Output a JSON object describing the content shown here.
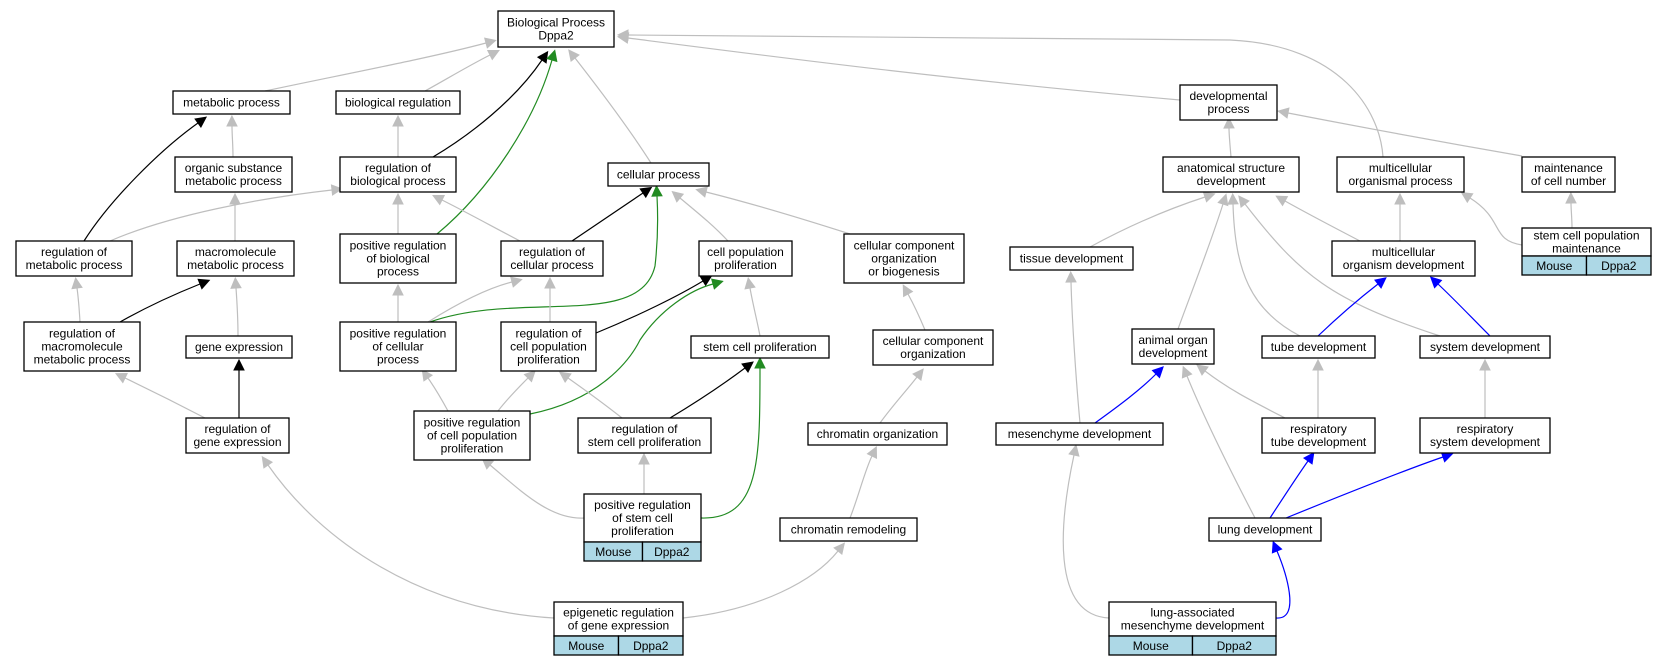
{
  "colors": {
    "is_a": "#bebebe",
    "regulates": "#000000",
    "positively_regulates": "#228b22",
    "part_of": "#0000ff",
    "annotation_fill": "#add8e6"
  },
  "nodes": [
    {
      "id": "root",
      "lines": [
        "Biological Process",
        "Dppa2"
      ]
    },
    {
      "id": "metabolic",
      "lines": [
        "metabolic process"
      ]
    },
    {
      "id": "bioreg",
      "lines": [
        "biological regulation"
      ]
    },
    {
      "id": "devproc",
      "lines": [
        "developmental",
        "process"
      ]
    },
    {
      "id": "orgsub",
      "lines": [
        "organic substance",
        "metabolic process"
      ]
    },
    {
      "id": "regbio",
      "lines": [
        "regulation of",
        "biological process"
      ]
    },
    {
      "id": "cellproc",
      "lines": [
        "cellular process"
      ]
    },
    {
      "id": "anatdev",
      "lines": [
        "anatomical structure",
        "development"
      ]
    },
    {
      "id": "multiproc",
      "lines": [
        "multicellular",
        "organismal process"
      ]
    },
    {
      "id": "maintcell",
      "lines": [
        "maintenance",
        "of cell number"
      ]
    },
    {
      "id": "regmet",
      "lines": [
        "regulation of",
        "metabolic process"
      ]
    },
    {
      "id": "macromet",
      "lines": [
        "macromolecule",
        "metabolic process"
      ]
    },
    {
      "id": "posregbio",
      "lines": [
        "positive regulation",
        "of biological",
        "process"
      ]
    },
    {
      "id": "regcell",
      "lines": [
        "regulation of",
        "cellular process"
      ]
    },
    {
      "id": "cellpop",
      "lines": [
        "cell population",
        "proliferation"
      ]
    },
    {
      "id": "cellcomp",
      "lines": [
        "cellular component",
        "organization",
        "or biogenesis"
      ]
    },
    {
      "id": "tissuedev",
      "lines": [
        "tissue development"
      ]
    },
    {
      "id": "multidev",
      "lines": [
        "multicellular",
        "organism development"
      ]
    },
    {
      "id": "stemmaint",
      "lines": [
        "stem cell population",
        "maintenance"
      ],
      "annotation": [
        "Mouse",
        "Dppa2"
      ]
    },
    {
      "id": "regmacro",
      "lines": [
        "regulation of",
        "macromolecule",
        "metabolic process"
      ]
    },
    {
      "id": "geneexp",
      "lines": [
        "gene expression"
      ]
    },
    {
      "id": "posregcell",
      "lines": [
        "positive regulation",
        "of cellular",
        "process"
      ]
    },
    {
      "id": "regcellpop",
      "lines": [
        "regulation of",
        "cell population",
        "proliferation"
      ]
    },
    {
      "id": "stemprolif",
      "lines": [
        "stem cell proliferation"
      ]
    },
    {
      "id": "cellcomporg",
      "lines": [
        "cellular component",
        "organization"
      ]
    },
    {
      "id": "animalorgan",
      "lines": [
        "animal organ",
        "development"
      ]
    },
    {
      "id": "tubedev",
      "lines": [
        "tube development"
      ]
    },
    {
      "id": "sysdev",
      "lines": [
        "system development"
      ]
    },
    {
      "id": "reggene",
      "lines": [
        "regulation of",
        "gene expression"
      ]
    },
    {
      "id": "posregcellpop",
      "lines": [
        "positive regulation",
        "of cell population",
        "proliferation"
      ]
    },
    {
      "id": "regstem",
      "lines": [
        "regulation of",
        "stem cell proliferation"
      ]
    },
    {
      "id": "chromorg",
      "lines": [
        "chromatin organization"
      ]
    },
    {
      "id": "mesdev",
      "lines": [
        "mesenchyme development"
      ]
    },
    {
      "id": "resptube",
      "lines": [
        "respiratory",
        "tube development"
      ]
    },
    {
      "id": "respsys",
      "lines": [
        "respiratory",
        "system development"
      ]
    },
    {
      "id": "posregstem",
      "lines": [
        "positive regulation",
        "of stem cell",
        "proliferation"
      ],
      "annotation": [
        "Mouse",
        "Dppa2"
      ]
    },
    {
      "id": "chromrem",
      "lines": [
        "chromatin remodeling"
      ]
    },
    {
      "id": "lungdev",
      "lines": [
        "lung development"
      ]
    },
    {
      "id": "epigen",
      "lines": [
        "epigenetic regulation",
        "of gene expression"
      ],
      "annotation": [
        "Mouse",
        "Dppa2"
      ]
    },
    {
      "id": "lungmes",
      "lines": [
        "lung-associated",
        "mesenchyme development"
      ],
      "annotation": [
        "Mouse",
        "Dppa2"
      ]
    }
  ],
  "edges": [
    {
      "from": "metabolic",
      "to": "root",
      "type": "is_a"
    },
    {
      "from": "bioreg",
      "to": "root",
      "type": "is_a"
    },
    {
      "from": "regbio",
      "to": "root",
      "type": "regulates"
    },
    {
      "from": "posregbio",
      "to": "root",
      "type": "positively_regulates"
    },
    {
      "from": "cellproc",
      "to": "root",
      "type": "is_a"
    },
    {
      "from": "devproc",
      "to": "root",
      "type": "is_a"
    },
    {
      "from": "multiproc",
      "to": "root",
      "type": "is_a"
    },
    {
      "from": "orgsub",
      "to": "metabolic",
      "type": "is_a"
    },
    {
      "from": "regmet",
      "to": "metabolic",
      "type": "regulates"
    },
    {
      "from": "regbio",
      "to": "bioreg",
      "type": "is_a"
    },
    {
      "from": "macromet",
      "to": "orgsub",
      "type": "is_a"
    },
    {
      "from": "regmet",
      "to": "regbio",
      "type": "is_a"
    },
    {
      "from": "posregbio",
      "to": "regbio",
      "type": "is_a"
    },
    {
      "from": "regcell",
      "to": "regbio",
      "type": "is_a"
    },
    {
      "from": "regmacro",
      "to": "regmet",
      "type": "is_a"
    },
    {
      "from": "regmacro",
      "to": "macromet",
      "type": "regulates"
    },
    {
      "from": "geneexp",
      "to": "macromet",
      "type": "is_a"
    },
    {
      "from": "reggene",
      "to": "regmacro",
      "type": "is_a"
    },
    {
      "from": "reggene",
      "to": "geneexp",
      "type": "regulates"
    },
    {
      "from": "posregcell",
      "to": "posregbio",
      "type": "is_a"
    },
    {
      "from": "regcell",
      "to": "cellproc",
      "type": "regulates"
    },
    {
      "from": "posregcell",
      "to": "cellproc",
      "type": "positively_regulates"
    },
    {
      "from": "cellpop",
      "to": "cellproc",
      "type": "is_a"
    },
    {
      "from": "cellcomp",
      "to": "cellproc",
      "type": "is_a"
    },
    {
      "from": "posregcell",
      "to": "regcell",
      "type": "is_a"
    },
    {
      "from": "regcellpop",
      "to": "regcell",
      "type": "is_a"
    },
    {
      "from": "regcellpop",
      "to": "cellpop",
      "type": "regulates"
    },
    {
      "from": "posregcellpop",
      "to": "cellpop",
      "type": "positively_regulates"
    },
    {
      "from": "stemprolif",
      "to": "cellpop",
      "type": "is_a"
    },
    {
      "from": "posregcellpop",
      "to": "posregcell",
      "type": "is_a"
    },
    {
      "from": "posregcellpop",
      "to": "regcellpop",
      "type": "is_a"
    },
    {
      "from": "regstem",
      "to": "regcellpop",
      "type": "is_a"
    },
    {
      "from": "regstem",
      "to": "stemprolif",
      "type": "regulates"
    },
    {
      "from": "posregstem",
      "to": "stemprolif",
      "type": "positively_regulates"
    },
    {
      "from": "posregstem",
      "to": "posregcellpop",
      "type": "is_a"
    },
    {
      "from": "posregstem",
      "to": "regstem",
      "type": "is_a"
    },
    {
      "from": "cellcomporg",
      "to": "cellcomp",
      "type": "is_a"
    },
    {
      "from": "chromorg",
      "to": "cellcomporg",
      "type": "is_a"
    },
    {
      "from": "chromrem",
      "to": "chromorg",
      "type": "is_a"
    },
    {
      "from": "epigen",
      "to": "reggene",
      "type": "is_a"
    },
    {
      "from": "epigen",
      "to": "chromrem",
      "type": "is_a"
    },
    {
      "from": "anatdev",
      "to": "devproc",
      "type": "is_a"
    },
    {
      "from": "maintcell",
      "to": "devproc",
      "type": "is_a"
    },
    {
      "from": "stemmaint",
      "to": "maintcell",
      "type": "is_a"
    },
    {
      "from": "stemmaint",
      "to": "multiproc",
      "type": "is_a"
    },
    {
      "from": "multidev",
      "to": "anatdev",
      "type": "is_a"
    },
    {
      "from": "multidev",
      "to": "multiproc",
      "type": "is_a"
    },
    {
      "from": "tissuedev",
      "to": "anatdev",
      "type": "is_a"
    },
    {
      "from": "animalorgan",
      "to": "anatdev",
      "type": "is_a"
    },
    {
      "from": "tubedev",
      "to": "anatdev",
      "type": "is_a"
    },
    {
      "from": "sysdev",
      "to": "anatdev",
      "type": "is_a"
    },
    {
      "from": "tubedev",
      "to": "multidev",
      "type": "part_of"
    },
    {
      "from": "sysdev",
      "to": "multidev",
      "type": "part_of"
    },
    {
      "from": "mesdev",
      "to": "tissuedev",
      "type": "is_a"
    },
    {
      "from": "mesdev",
      "to": "animalorgan",
      "type": "part_of"
    },
    {
      "from": "resptube",
      "to": "animalorgan",
      "type": "is_a"
    },
    {
      "from": "resptube",
      "to": "tubedev",
      "type": "is_a"
    },
    {
      "from": "respsys",
      "to": "sysdev",
      "type": "is_a"
    },
    {
      "from": "lungdev",
      "to": "animalorgan",
      "type": "is_a"
    },
    {
      "from": "lungdev",
      "to": "resptube",
      "type": "part_of"
    },
    {
      "from": "lungdev",
      "to": "respsys",
      "type": "part_of"
    },
    {
      "from": "lungmes",
      "to": "mesdev",
      "type": "is_a"
    },
    {
      "from": "lungmes",
      "to": "lungdev",
      "type": "part_of"
    }
  ]
}
